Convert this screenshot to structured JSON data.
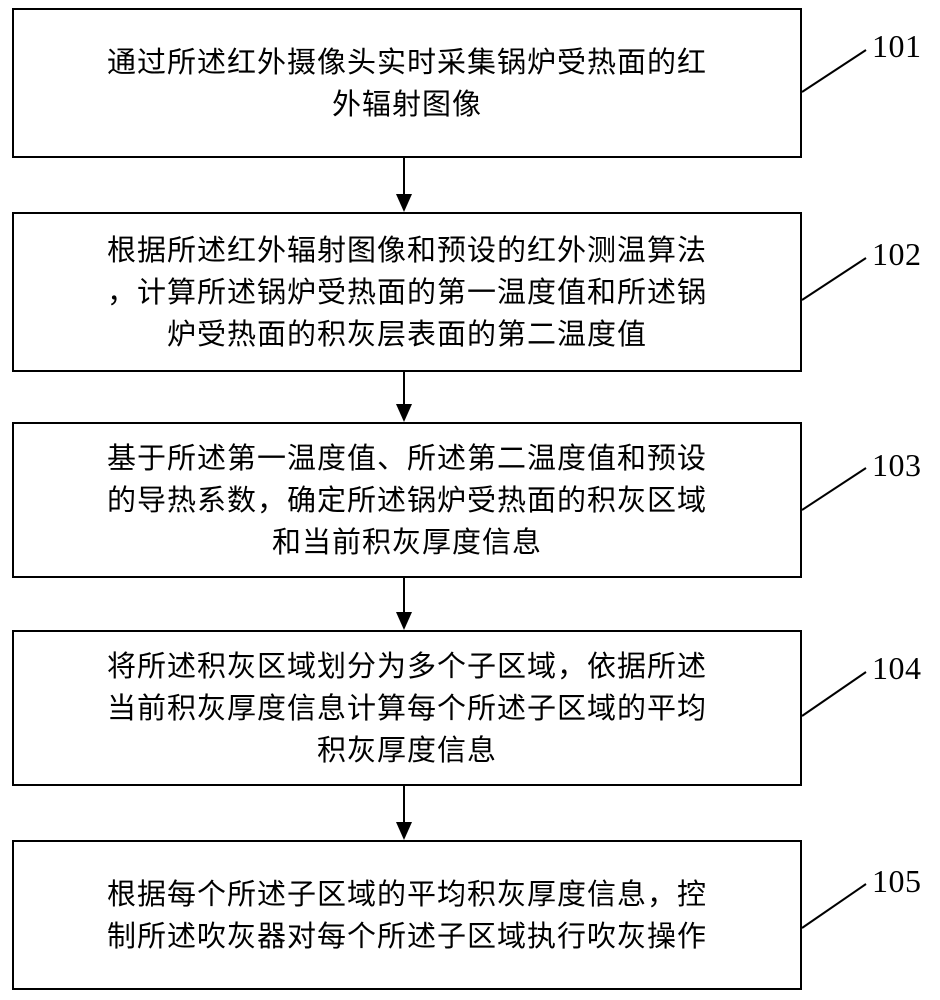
{
  "steps": [
    {
      "id": "101",
      "text": "通过所述红外摄像头实时采集锅炉受热面的红\n外辐射图像"
    },
    {
      "id": "102",
      "text": "根据所述红外辐射图像和预设的红外测温算法\n，计算所述锅炉受热面的第一温度值和所述锅\n炉受热面的积灰层表面的第二温度值"
    },
    {
      "id": "103",
      "text": "基于所述第一温度值、所述第二温度值和预设\n的导热系数，确定所述锅炉受热面的积灰区域\n和当前积灰厚度信息"
    },
    {
      "id": "104",
      "text": "将所述积灰区域划分为多个子区域，依据所述\n当前积灰厚度信息计算每个所述子区域的平均\n积灰厚度信息"
    },
    {
      "id": "105",
      "text": "根据每个所述子区域的平均积灰厚度信息，控\n制所述吹灰器对每个所述子区域执行吹灰操作"
    }
  ]
}
